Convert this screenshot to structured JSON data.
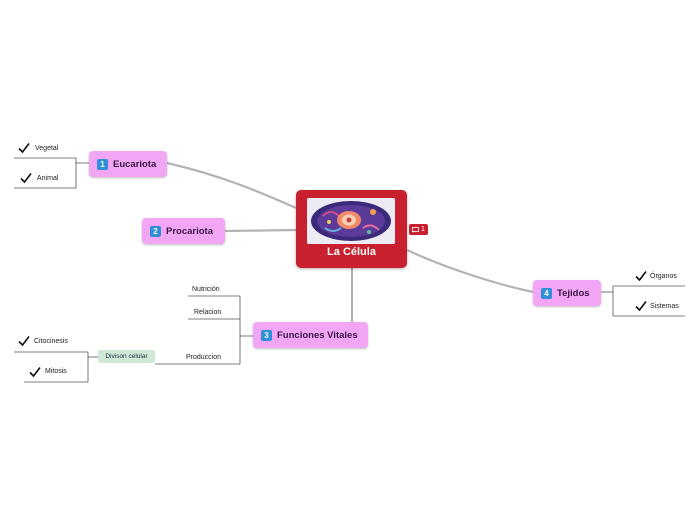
{
  "central": {
    "title": "La Célula",
    "comment_count": "1"
  },
  "topics": [
    {
      "num": "1",
      "label": "Eucariota",
      "children": [
        "Vegetal",
        "Animal"
      ]
    },
    {
      "num": "2",
      "label": "Procariota",
      "children": []
    },
    {
      "num": "3",
      "label": "Funciones Vitales",
      "children": [
        "Nutrición",
        "Relacion",
        "Produccion"
      ]
    },
    {
      "num": "4",
      "label": "Tejidos",
      "children": [
        "Órganos",
        "Sistemas"
      ]
    }
  ],
  "produccion_tag": "Divison celular",
  "division_children": [
    "Citocinesis",
    "Mitosis"
  ],
  "colors": {
    "central": "#c8202f",
    "topic": "#f2a6f5",
    "badge": "#2e8fd8",
    "tag": "#cfe9d6",
    "connector": "#b3b3b3"
  },
  "icons": [
    "task-complete-icon",
    "comment-icon",
    "cell-illustration"
  ]
}
